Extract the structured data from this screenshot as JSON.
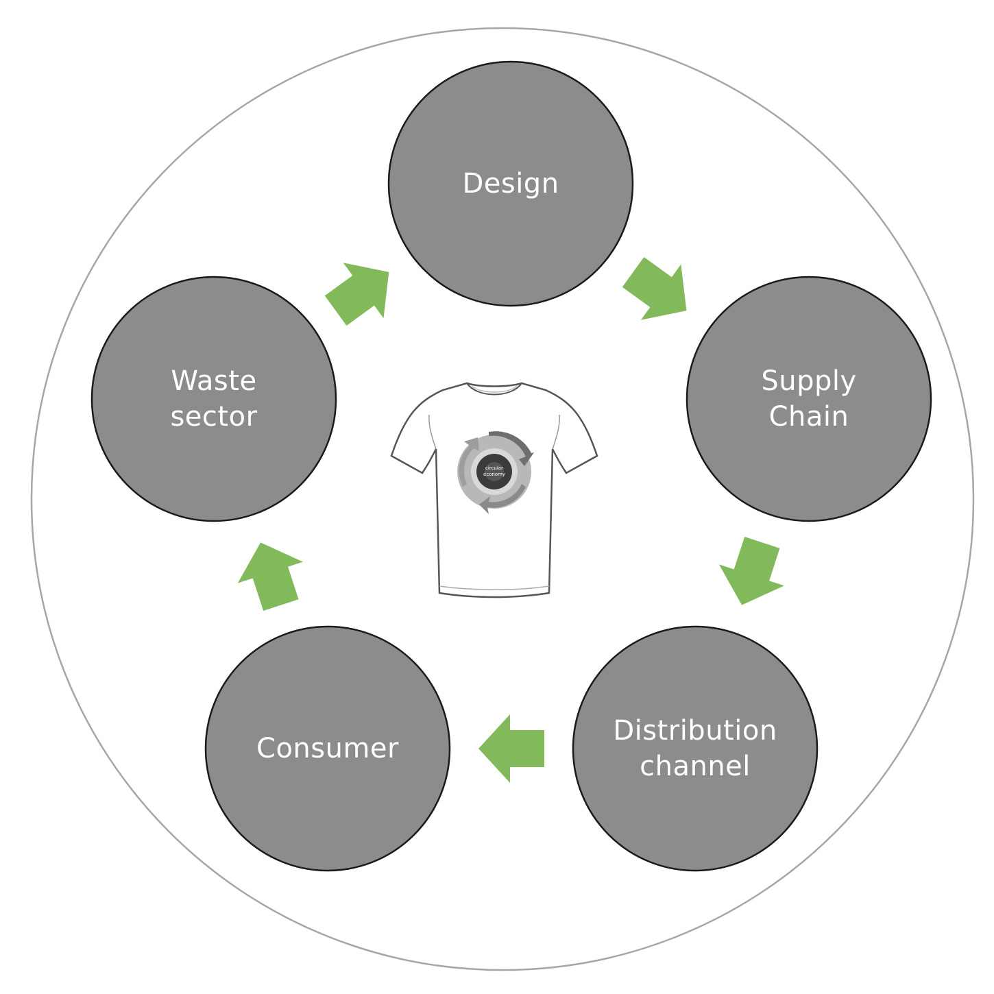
{
  "diagram": {
    "colors": {
      "outer_ring": "#a6a6a6",
      "node_fill": "#8c8c8c",
      "node_stroke": "#1a1a1a",
      "node_text": "#ffffff",
      "arrow": "#82b95a",
      "shirt_outline": "#555555"
    },
    "nodes": [
      {
        "id": "design",
        "lines": [
          "Design"
        ]
      },
      {
        "id": "supply-chain",
        "lines": [
          "Supply",
          "Chain"
        ]
      },
      {
        "id": "distribution-channel",
        "lines": [
          "Distribution",
          "channel"
        ]
      },
      {
        "id": "consumer",
        "lines": [
          "Consumer"
        ]
      },
      {
        "id": "waste-sector",
        "lines": [
          "Waste",
          "sector"
        ]
      }
    ],
    "edges": [
      {
        "from": "design",
        "to": "supply-chain"
      },
      {
        "from": "supply-chain",
        "to": "distribution-channel"
      },
      {
        "from": "distribution-channel",
        "to": "consumer"
      },
      {
        "from": "consumer",
        "to": "waste-sector"
      },
      {
        "from": "waste-sector",
        "to": "design"
      }
    ],
    "center_graphic": {
      "icon": "t-shirt-icon",
      "print_label_lines": [
        "circular",
        "economy"
      ]
    }
  }
}
